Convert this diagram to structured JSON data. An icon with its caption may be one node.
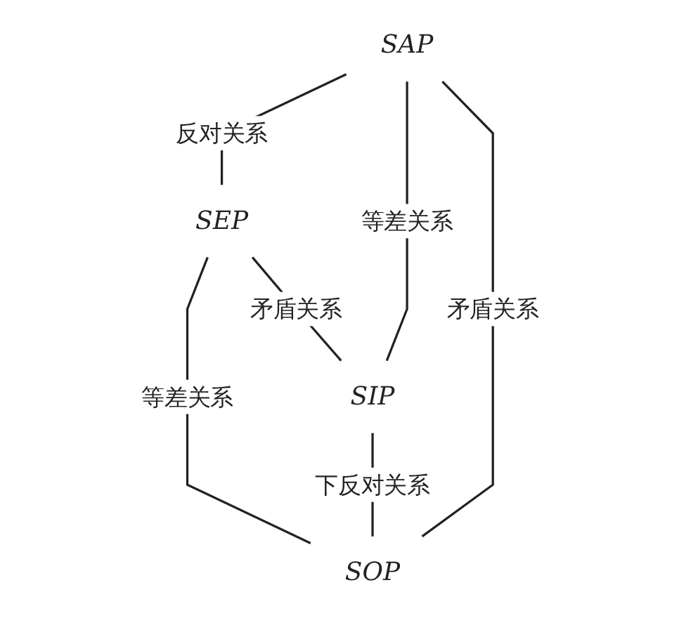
{
  "diagram": {
    "nodes": [
      {
        "text": [
          "SAP"
        ]
      },
      {
        "text": [
          "SEP"
        ]
      },
      {
        "text": [
          "SIP"
        ]
      },
      {
        "text": [
          "SOP"
        ]
      }
    ],
    "edges": [
      {
        "from": 0,
        "to": 1,
        "arrow": "none",
        "label": "反对关系"
      },
      {
        "from": 0,
        "to": 2,
        "arrow": "none",
        "label": "等差关系"
      },
      {
        "from": 1,
        "to": 3,
        "arrow": "none",
        "label": "等差关系"
      },
      {
        "from": 2,
        "to": 3,
        "arrow": "none",
        "label": "下反对关系"
      },
      {
        "from": 0,
        "to": 3,
        "arrow": "none",
        "label": "矛盾关系"
      },
      {
        "from": 1,
        "to": 2,
        "arrow": "none",
        "label": "矛盾关系"
      }
    ]
  }
}
